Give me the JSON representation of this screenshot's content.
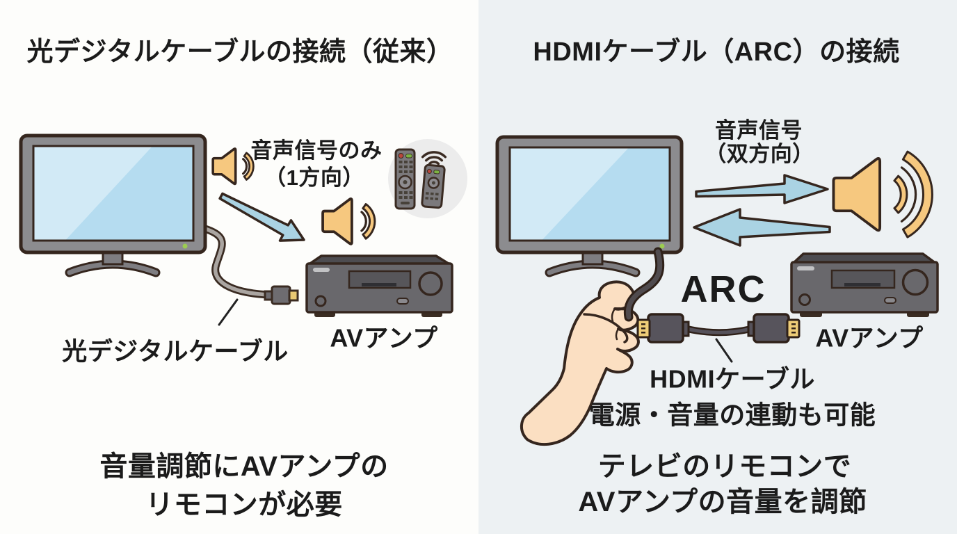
{
  "left_panel": {
    "title": "光デジタルケーブルの接続（従来）",
    "audio_signal_line1": "音声信号のみ",
    "audio_signal_line2": "（1方向）",
    "cable_label": "光デジタルケーブル",
    "amp_label": "AVアンプ",
    "note_line1": "音量調節にAVアンプの",
    "note_line2": "リモコンが必要"
  },
  "right_panel": {
    "title": "HDMIケーブル（ARC）の接続",
    "audio_signal_line1": "音声信号",
    "audio_signal_line2": "（双方向）",
    "arc_label": "ARC",
    "cable_label": "HDMIケーブル",
    "cable_note": "電源・音量の連動も可能",
    "amp_label": "AVアンプ",
    "note_line1": "テレビのリモコンで",
    "note_line2": "AVアンプの音量を調節"
  },
  "colors": {
    "background_left": "#fdfdfb",
    "background_right": "#edf1f3",
    "text": "#1b1b1b",
    "outline_brown": "#35261e",
    "tv_frame_gray": "#8c8c8f",
    "screen_blue": "#b5dcf0",
    "screen_highlight": "#d2eaf6",
    "speaker_orange": "#f6c87f",
    "arrow_blue": "#aad3e3",
    "amp_front_gray": "#69686c",
    "amp_top_gray": "#4d4c50",
    "optical_cable_gray": "#aaa5a1",
    "hdmi_connector_gray": "#57545c",
    "connector_gold": "#eecd78",
    "hand_skin": "#fbdfc2",
    "led_green": "#9ccc51",
    "remote_body_gray": "#7b797c",
    "remote_circle_bg": "#ececec"
  }
}
